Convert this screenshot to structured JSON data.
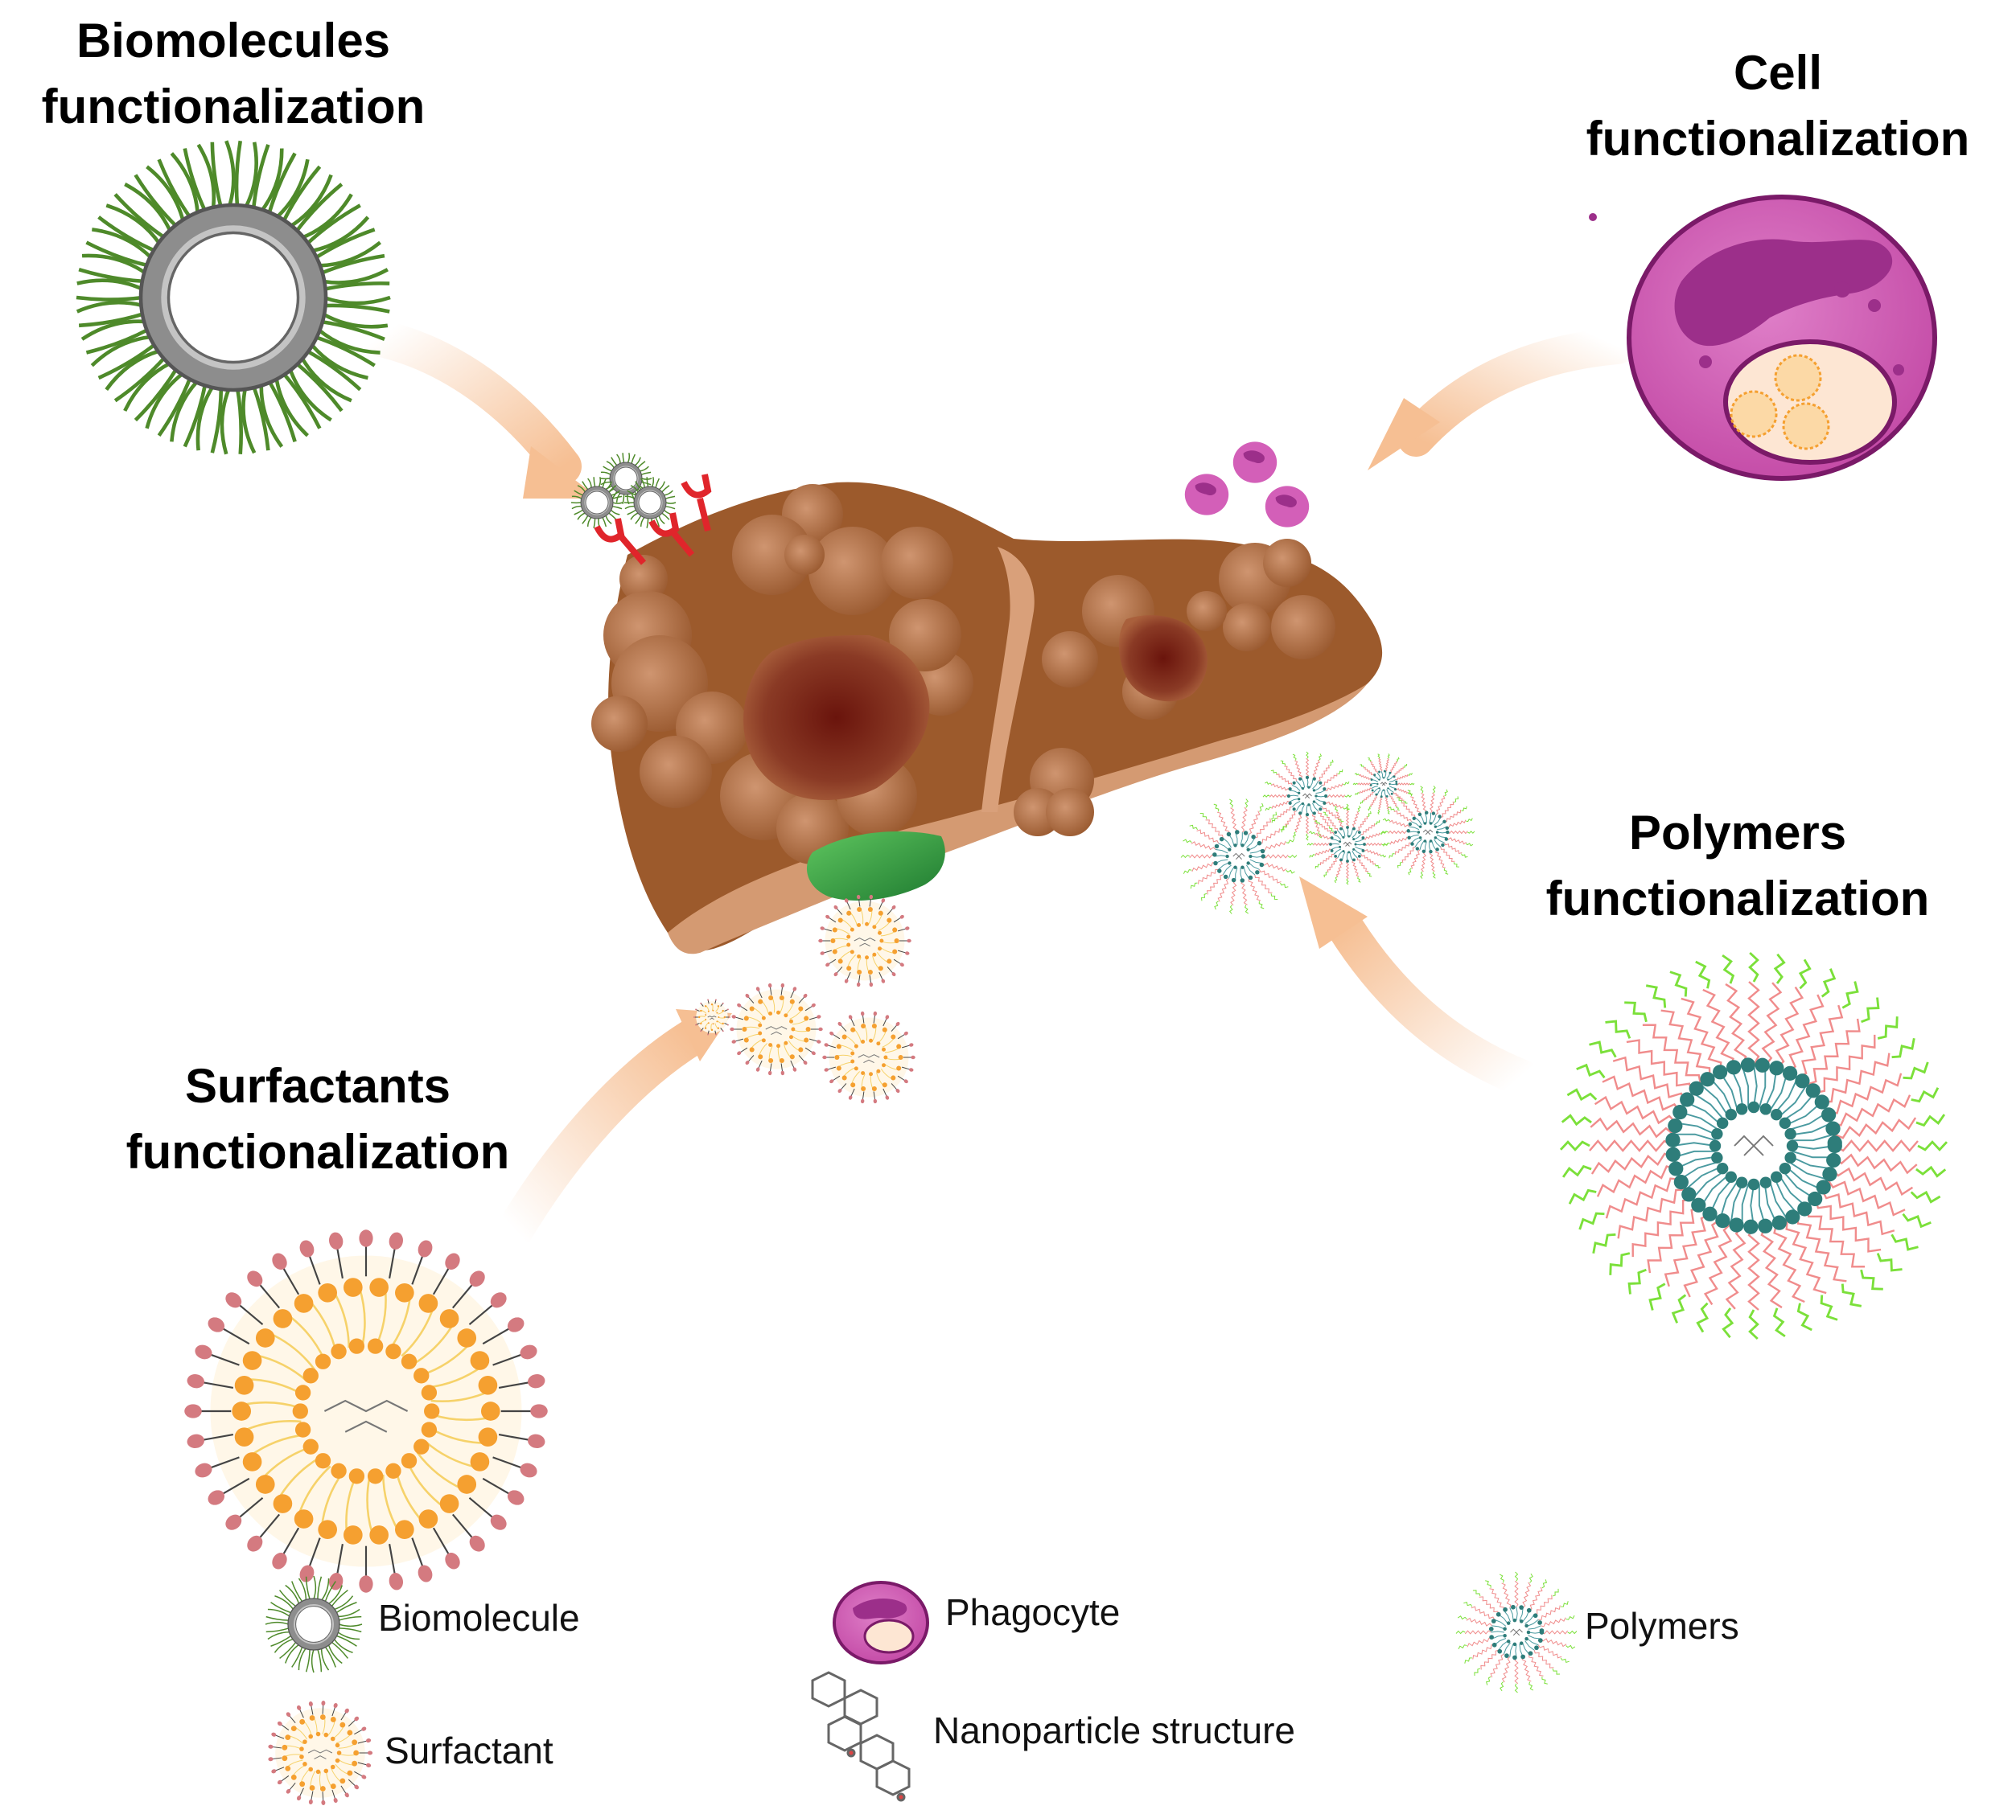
{
  "titles": {
    "biomolecules": [
      "Biomolecules",
      "functionalization"
    ],
    "cell": [
      "Cell",
      "functionalization"
    ],
    "polymers": [
      "Polymers",
      "functionalization"
    ],
    "surfactants": [
      "Surfactants",
      "functionalization"
    ]
  },
  "legend": {
    "biomolecule": "Biomolecule",
    "phagocyte": "Phagocyte",
    "polymers": "Polymers",
    "nanoparticle_structure": "Nanoparticle structure",
    "surfactant": "Surfactant"
  },
  "colors": {
    "liver": "#9c5a2c",
    "liver_light": "#d49a72",
    "nodule": "#b6734a",
    "tumor": "#6e1a10",
    "gallbladder": "#3da34a",
    "arrow": "#f5c5a0",
    "biomolecule_fiber": "#4e8a2a",
    "biomolecule_core": "#8d8d8d",
    "phagocyte": "#d35fb8",
    "phagocyte_nucleus": "#9c2f8a",
    "surfactant_outer": "#d47a80",
    "surfactant_inner": "#f5a030",
    "polymer_core": "#2e7d7a",
    "polymer_chain_red": "#f08c8c",
    "polymer_chain_green": "#7be03a",
    "receptor": "#e0252b"
  }
}
